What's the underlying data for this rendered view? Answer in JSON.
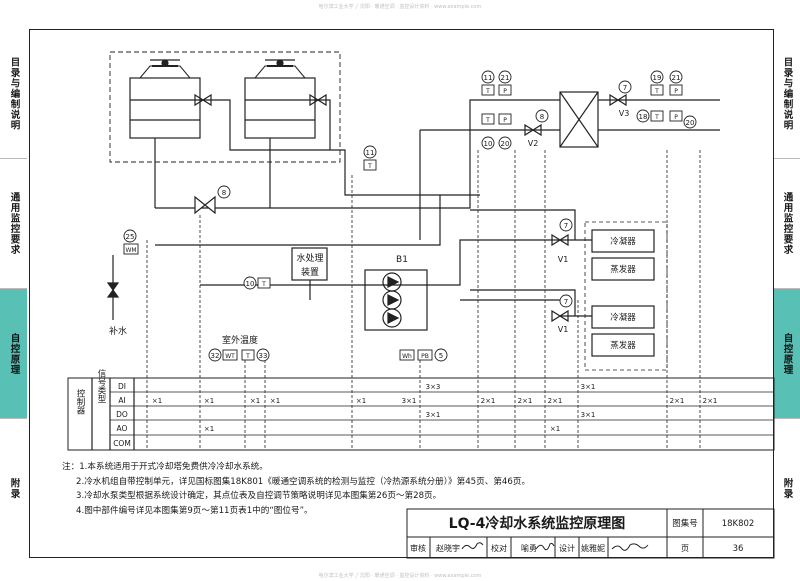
{
  "watermark": {
    "top": "哈尔滨工业大学 ╱ 沈阳 · 暖通空调 · 监控设计资料 · www.example.com",
    "bottom": "哈尔滨工业大学 ╱ 沈阳 · 暖通空调 · 监控设计资料 · www.example.com"
  },
  "left_tabs": [
    {
      "label": "目录与编制说明",
      "active": false
    },
    {
      "label": "通用监控要求",
      "active": false
    },
    {
      "label": "自控原理",
      "active": true
    },
    {
      "label": "附录",
      "active": false
    }
  ],
  "right_tabs": [
    {
      "label": "目录与编制说明",
      "active": false
    },
    {
      "label": "通用监控要求",
      "active": false
    },
    {
      "label": "自控原理",
      "active": true
    },
    {
      "label": "附录",
      "active": false
    }
  ],
  "diagram": {
    "labels": {
      "makeup_water": "补水",
      "water_treatment_line1": "水处理",
      "water_treatment_line2": "装置",
      "outdoor_temp": "室外温度",
      "pump_group": "B1",
      "condenser": "冷凝器",
      "evaporator": "蒸发器",
      "v1": "V1",
      "v2": "V2",
      "v3": "V3"
    },
    "instruments": [
      {
        "tag": "M",
        "num": "25",
        "letters": "WM"
      },
      {
        "tag": "T",
        "num": "11"
      },
      {
        "tag": "T",
        "num": "10"
      },
      {
        "tag": "P",
        "num": "21"
      },
      {
        "tag": "P",
        "num": "20"
      },
      {
        "tag": "T",
        "num": "19"
      },
      {
        "tag": "T",
        "num": "18"
      },
      {
        "tag": "WT",
        "num": "32"
      },
      {
        "tag": "T",
        "num": "33"
      },
      {
        "tag": "Wh",
        "num": "5",
        "letters": "PB"
      },
      {
        "tag": "M",
        "num": "7"
      },
      {
        "tag": "M",
        "num": "8"
      }
    ],
    "signal_table": {
      "controller": "控制器",
      "signal_type": "信号类型",
      "rows": [
        "DI",
        "AI",
        "DO",
        "AO",
        "COM"
      ],
      "marks": {
        "x1": "×1",
        "x2": "2×1",
        "x3a": "3×3",
        "x3b": "3×1"
      }
    }
  },
  "notes": [
    "注：1.本系统适用于开式冷却塔免费供冷冷却水系统。",
    "2.冷水机组自带控制单元，详见国标图集18K801《暖通空调系统的检测与监控（冷热源系统分册）》第45页、第46页。",
    "3.冷却水泵类型根据系统设计确定，其点位表及自控调节策略说明详见本图集第26页～第28页。",
    "4.图中部件编号详见本图集第9页～第11页表1中的“图位号”。"
  ],
  "title_block": {
    "title": "LQ-4冷却水系统监控原理图",
    "atlas_label": "图集号",
    "atlas_no": "18K802",
    "review_label": "审核",
    "reviewer": "赵晓宇",
    "check_label": "校对",
    "checker": "喻勇",
    "design_label": "设计",
    "designer": "姚雅妮",
    "page_label": "页",
    "page_no": "36"
  }
}
